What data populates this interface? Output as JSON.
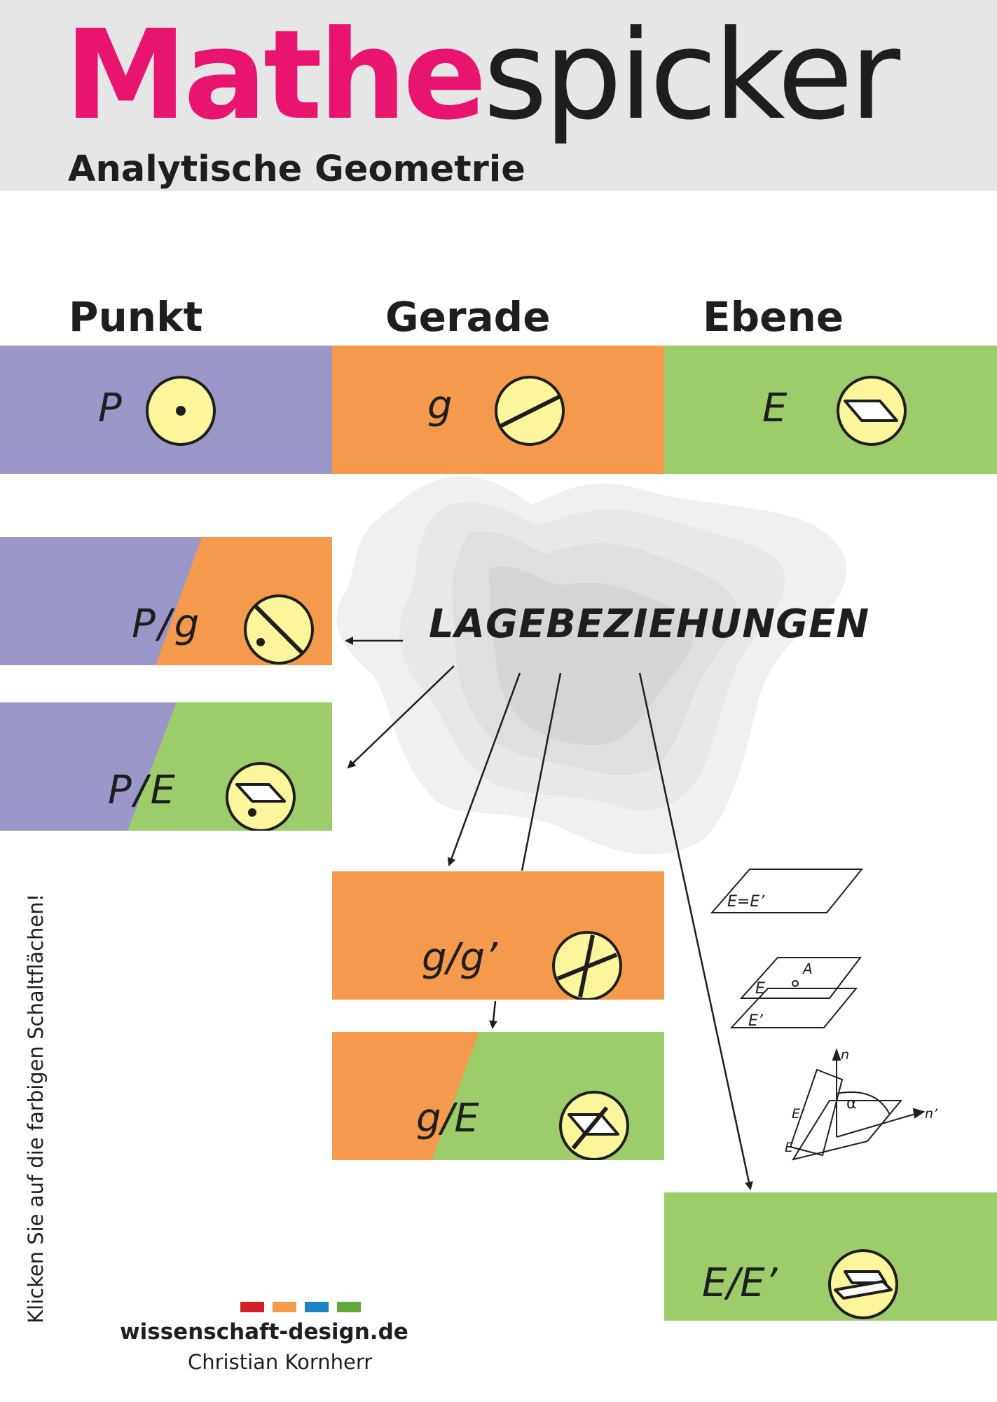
{
  "header": {
    "title_part1": "Mathe",
    "title_part2": "spicker",
    "subtitle": "Analytische Geometrie"
  },
  "columns": {
    "punkt": "Punkt",
    "gerade": "Gerade",
    "ebene": "Ebene"
  },
  "tiles": {
    "p": "P",
    "g": "g",
    "e": "E",
    "pg_part1": "P",
    "pg_part2": "g",
    "pe_part1": "P",
    "pe_part2": "E",
    "gg": "g/g’",
    "ge": "g/E",
    "ee": "E/E’"
  },
  "center": {
    "label": "LAGEBEZIEHUNGEN"
  },
  "hint": "Klicken Sie auf die farbigen Schaltflächen!",
  "sketches": {
    "equal_planes": "E=E’",
    "point_a": "A",
    "plane_e": "E",
    "plane_e_prime": "E’",
    "normal_n": "n",
    "normal_n_prime": "n’",
    "angle": "α",
    "plane_e_prime_2": "E’",
    "plane_e_2": "E"
  },
  "brand": {
    "site": "wissenschaft-design.de",
    "author": "Christian Kornherr",
    "bar_colors": [
      "#d42027",
      "#f49a4c",
      "#1c84c6",
      "#5fa93b"
    ]
  },
  "colors": {
    "punkt": "#9b97c9",
    "gerade": "#f59a4c",
    "ebene": "#9dcd6a",
    "icon_fill": "#fbf59c",
    "accent": "#e9146e",
    "header_bg": "#e6e6e7"
  },
  "icons": {
    "point": "point-icon",
    "line": "line-icon",
    "plane": "plane-icon",
    "point_line": "point-line-icon",
    "point_plane": "point-plane-icon",
    "line_line": "intersecting-lines-icon",
    "line_plane": "line-plane-icon",
    "plane_plane": "two-planes-icon"
  }
}
